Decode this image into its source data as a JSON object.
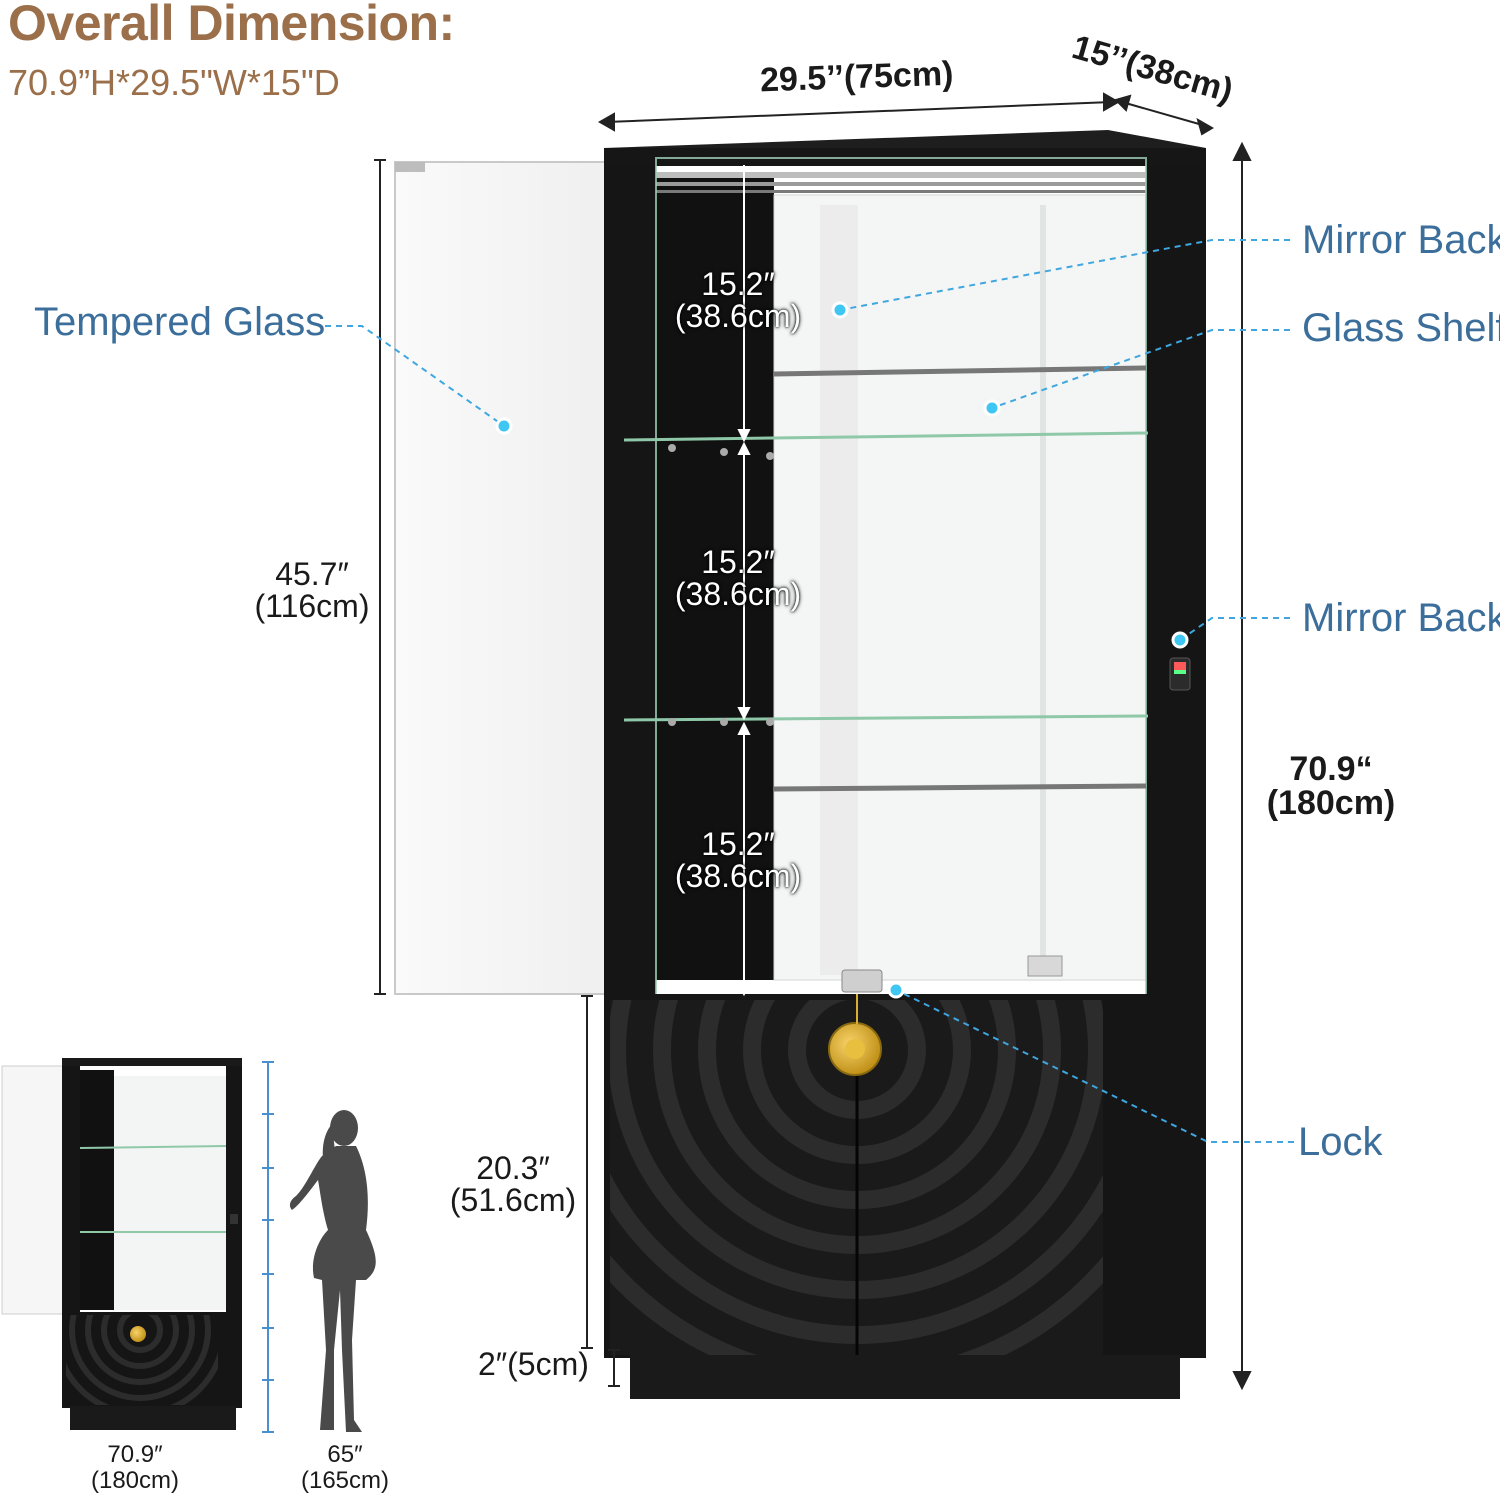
{
  "header": {
    "title": "Overall Dimension:",
    "subtitle": "70.9”H*29.5\"W*15\"D"
  },
  "dimensions": {
    "width": "29.5’’(75cm)",
    "depth": "15’’(38cm)",
    "total_height_in": "70.9“",
    "total_height_cm": "(180cm)",
    "glass_door_in": "45.7″",
    "glass_door_cm": "(116cm)",
    "cabinet_in": "20.3″",
    "cabinet_cm": "(51.6cm)",
    "base": "2″(5cm)",
    "shelves": [
      {
        "in": "15.2″",
        "cm": "(38.6cm)"
      },
      {
        "in": "15.2″",
        "cm": "(38.6cm)"
      },
      {
        "in": "15.2″",
        "cm": "(38.6cm)"
      }
    ]
  },
  "callouts": {
    "tempered_glass": "Tempered Glass",
    "mirror_back_top": "Mirror Back",
    "glass_shelf": "Glass Shelf",
    "mirror_back_side": "Mirror Back",
    "lock": "Lock"
  },
  "comparison": {
    "cabinet_in": "70.9″",
    "cabinet_cm": "(180cm)",
    "person_in": "65″",
    "person_cm": "(165cm)"
  },
  "colors": {
    "title": "#9a6f4a",
    "callout": "#3b6e9a",
    "accent_dot": "#3fc6f2",
    "cabinet": "#141414",
    "knob": "#d4a017"
  }
}
